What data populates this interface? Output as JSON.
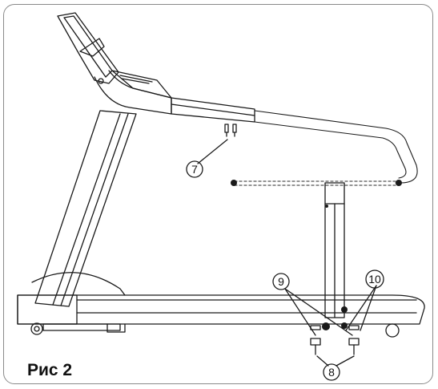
{
  "figure": {
    "caption": "Рис 2",
    "callouts": {
      "c7": "7",
      "c8": "8",
      "c9": "9",
      "c10": "10"
    }
  },
  "colors": {
    "frame": "#8a8a8a",
    "line": "#1a1a1a",
    "dashed": "#555555"
  }
}
